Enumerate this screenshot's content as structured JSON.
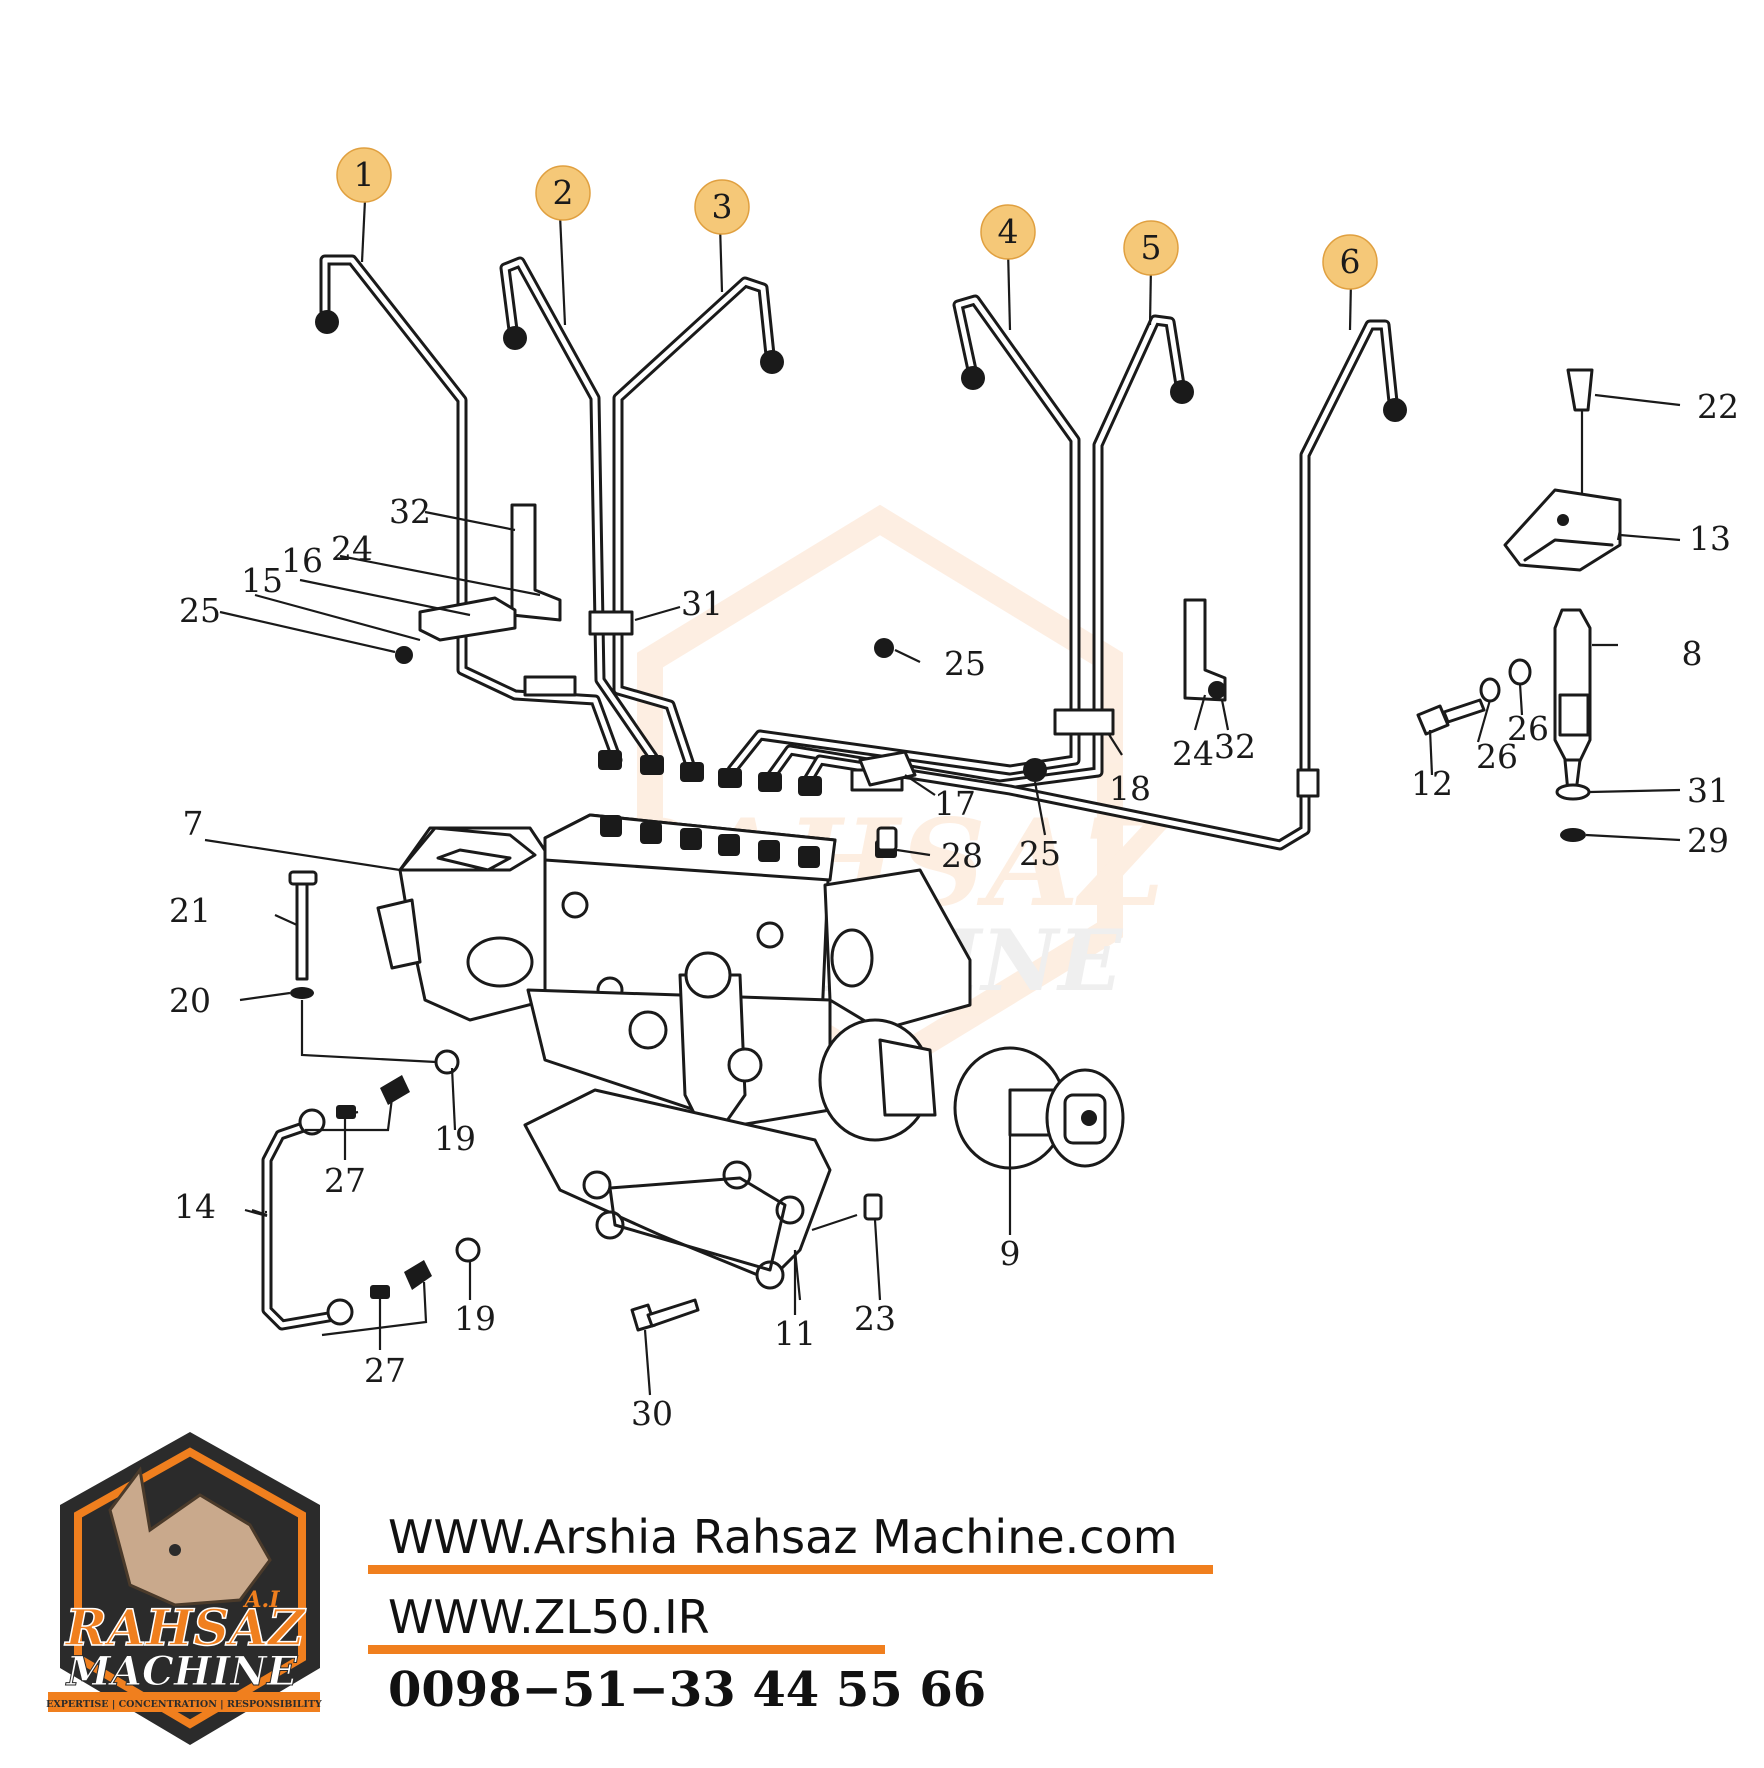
{
  "highlighted_callouts": [
    "1",
    "2",
    "3",
    "4",
    "5",
    "6"
  ],
  "callouts": [
    "7",
    "8",
    "9",
    "11",
    "12",
    "13",
    "14",
    "15",
    "16",
    "17",
    "18",
    "19",
    "20",
    "21",
    "22",
    "23",
    "24",
    "25",
    "26",
    "27",
    "28",
    "29",
    "30",
    "31",
    "32"
  ],
  "colors": {
    "highlight": "#f5c878",
    "accent_orange": "#f07f1e",
    "ink": "#1a1a1a",
    "logo_dark": "#2b2b2b"
  },
  "logo": {
    "initials": "A.I",
    "word1": "RAHSAZ",
    "word2": "MACHINE",
    "tagline": "EXPERTISE | CONCENTRATION | RESPONSIBILITY"
  },
  "footer": {
    "website1": "WWW.Arshia Rahsaz Machine.com",
    "website2": "WWW.ZL50.IR",
    "phone": "0098−51−33 44 55 66"
  }
}
